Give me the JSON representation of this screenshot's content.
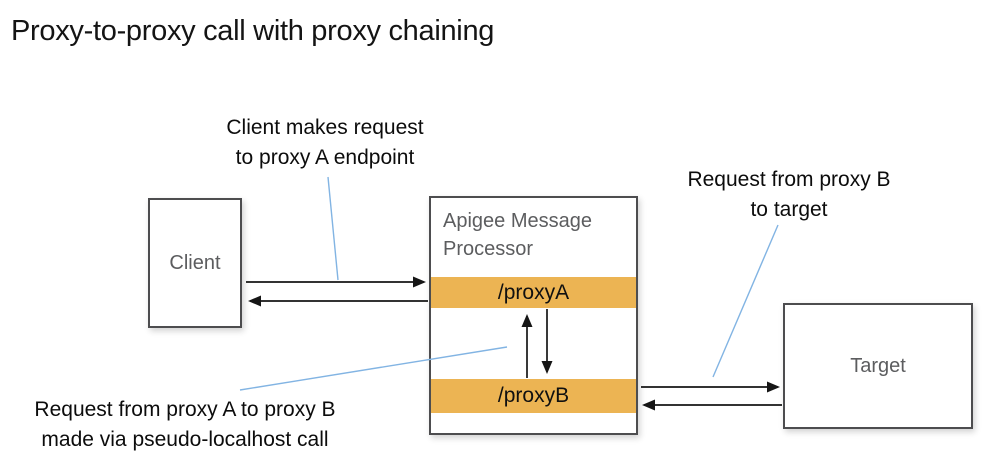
{
  "title": "Proxy-to-proxy call with proxy chaining",
  "colors": {
    "proxy_bar": "#ecb453",
    "annotation_line": "#82b4e3",
    "box_border": "#4d4d4f",
    "box_label_text": "#5c5d5f",
    "arrow": "#161616"
  },
  "nodes": {
    "client": {
      "label": "Client"
    },
    "processor": {
      "title": "Apigee Message Processor",
      "proxy_a_label": "/proxyA",
      "proxy_b_label": "/proxyB"
    },
    "target": {
      "label": "Target"
    }
  },
  "annotations": {
    "client_request": {
      "line1": "Client makes request",
      "line2": "to proxy A endpoint"
    },
    "proxy_b_to_target": {
      "line1": "Request from proxy B",
      "line2": "to target"
    },
    "proxy_a_to_b": {
      "line1": "Request from proxy A to proxy B",
      "line2": "made via pseudo-localhost call"
    }
  }
}
